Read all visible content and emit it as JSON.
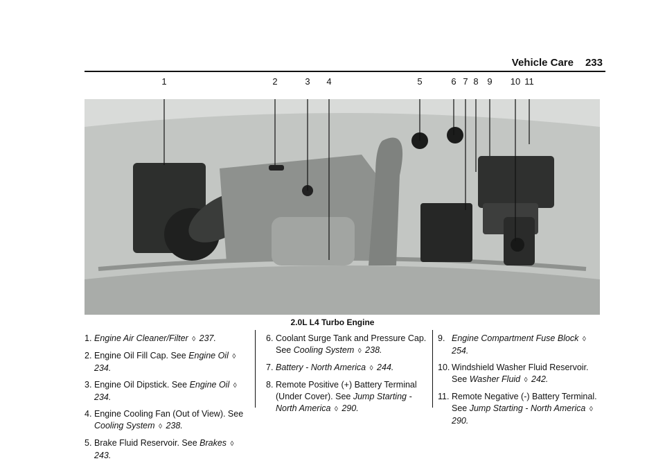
{
  "header": {
    "section": "Vehicle Care",
    "page": "233"
  },
  "figure": {
    "callouts": [
      "1",
      "2",
      "3",
      "4",
      "5",
      "6",
      "7",
      "8",
      "9",
      "10",
      "11"
    ],
    "caption": "2.0L L4 Turbo Engine"
  },
  "items": [
    {
      "num": "1.",
      "parts": [
        {
          "t": "Engine Air Cleaner/Filter",
          "i": true
        },
        {
          "t": " ",
          "i": false
        },
        {
          "t": "◊",
          "a": true
        },
        {
          "t": " 237.",
          "i": true
        }
      ]
    },
    {
      "num": "2.",
      "parts": [
        {
          "t": "Engine Oil Fill Cap. See ",
          "i": false
        },
        {
          "t": "Engine Oil",
          "i": true
        },
        {
          "t": " ",
          "i": false
        },
        {
          "t": "◊",
          "a": true
        },
        {
          "t": " 234.",
          "i": true
        }
      ]
    },
    {
      "num": "3.",
      "parts": [
        {
          "t": "Engine Oil Dipstick. See ",
          "i": false
        },
        {
          "t": "Engine Oil",
          "i": true
        },
        {
          "t": " ",
          "i": false
        },
        {
          "t": "◊",
          "a": true
        },
        {
          "t": " 234.",
          "i": true
        }
      ]
    },
    {
      "num": "4.",
      "parts": [
        {
          "t": "Engine Cooling Fan (Out of View). See ",
          "i": false
        },
        {
          "t": "Cooling System",
          "i": true
        },
        {
          "t": " ",
          "i": false
        },
        {
          "t": "◊",
          "a": true
        },
        {
          "t": " 238.",
          "i": true
        }
      ]
    },
    {
      "num": "5.",
      "parts": [
        {
          "t": "Brake Fluid Reservoir. See ",
          "i": false
        },
        {
          "t": "Brakes",
          "i": true
        },
        {
          "t": " ",
          "i": false
        },
        {
          "t": "◊",
          "a": true
        },
        {
          "t": " 243.",
          "i": true
        }
      ]
    },
    {
      "num": "6.",
      "parts": [
        {
          "t": "Coolant Surge Tank and Pressure Cap. See ",
          "i": false
        },
        {
          "t": "Cooling System",
          "i": true
        },
        {
          "t": " ",
          "i": false
        },
        {
          "t": "◊",
          "a": true
        },
        {
          "t": " 238.",
          "i": true
        }
      ]
    },
    {
      "num": "7.",
      "parts": [
        {
          "t": "Battery - North America",
          "i": true
        },
        {
          "t": " ",
          "i": false
        },
        {
          "t": "◊",
          "a": true
        },
        {
          "t": " 244.",
          "i": true
        }
      ]
    },
    {
      "num": "8.",
      "parts": [
        {
          "t": "Remote Positive (+) Battery Terminal (Under Cover). See ",
          "i": false
        },
        {
          "t": "Jump Starting - North America",
          "i": true
        },
        {
          "t": " ",
          "i": false
        },
        {
          "t": "◊",
          "a": true
        },
        {
          "t": " 290.",
          "i": true
        }
      ]
    },
    {
      "num": "9.",
      "parts": [
        {
          "t": "Engine Compartment Fuse Block",
          "i": true
        },
        {
          "t": " ",
          "i": false
        },
        {
          "t": "◊",
          "a": true
        },
        {
          "t": " 254.",
          "i": true
        }
      ]
    },
    {
      "num": "10.",
      "parts": [
        {
          "t": "Windshield Washer Fluid Reservoir. See ",
          "i": false
        },
        {
          "t": "Washer Fluid",
          "i": true
        },
        {
          "t": " ",
          "i": false
        },
        {
          "t": "◊",
          "a": true
        },
        {
          "t": " 242.",
          "i": true
        }
      ]
    },
    {
      "num": "11.",
      "parts": [
        {
          "t": "Remote Negative (-) Battery Terminal. See ",
          "i": false
        },
        {
          "t": "Jump Starting - North America",
          "i": true
        },
        {
          "t": " ",
          "i": false
        },
        {
          "t": "◊",
          "a": true
        },
        {
          "t": " 290.",
          "i": true
        }
      ]
    }
  ]
}
